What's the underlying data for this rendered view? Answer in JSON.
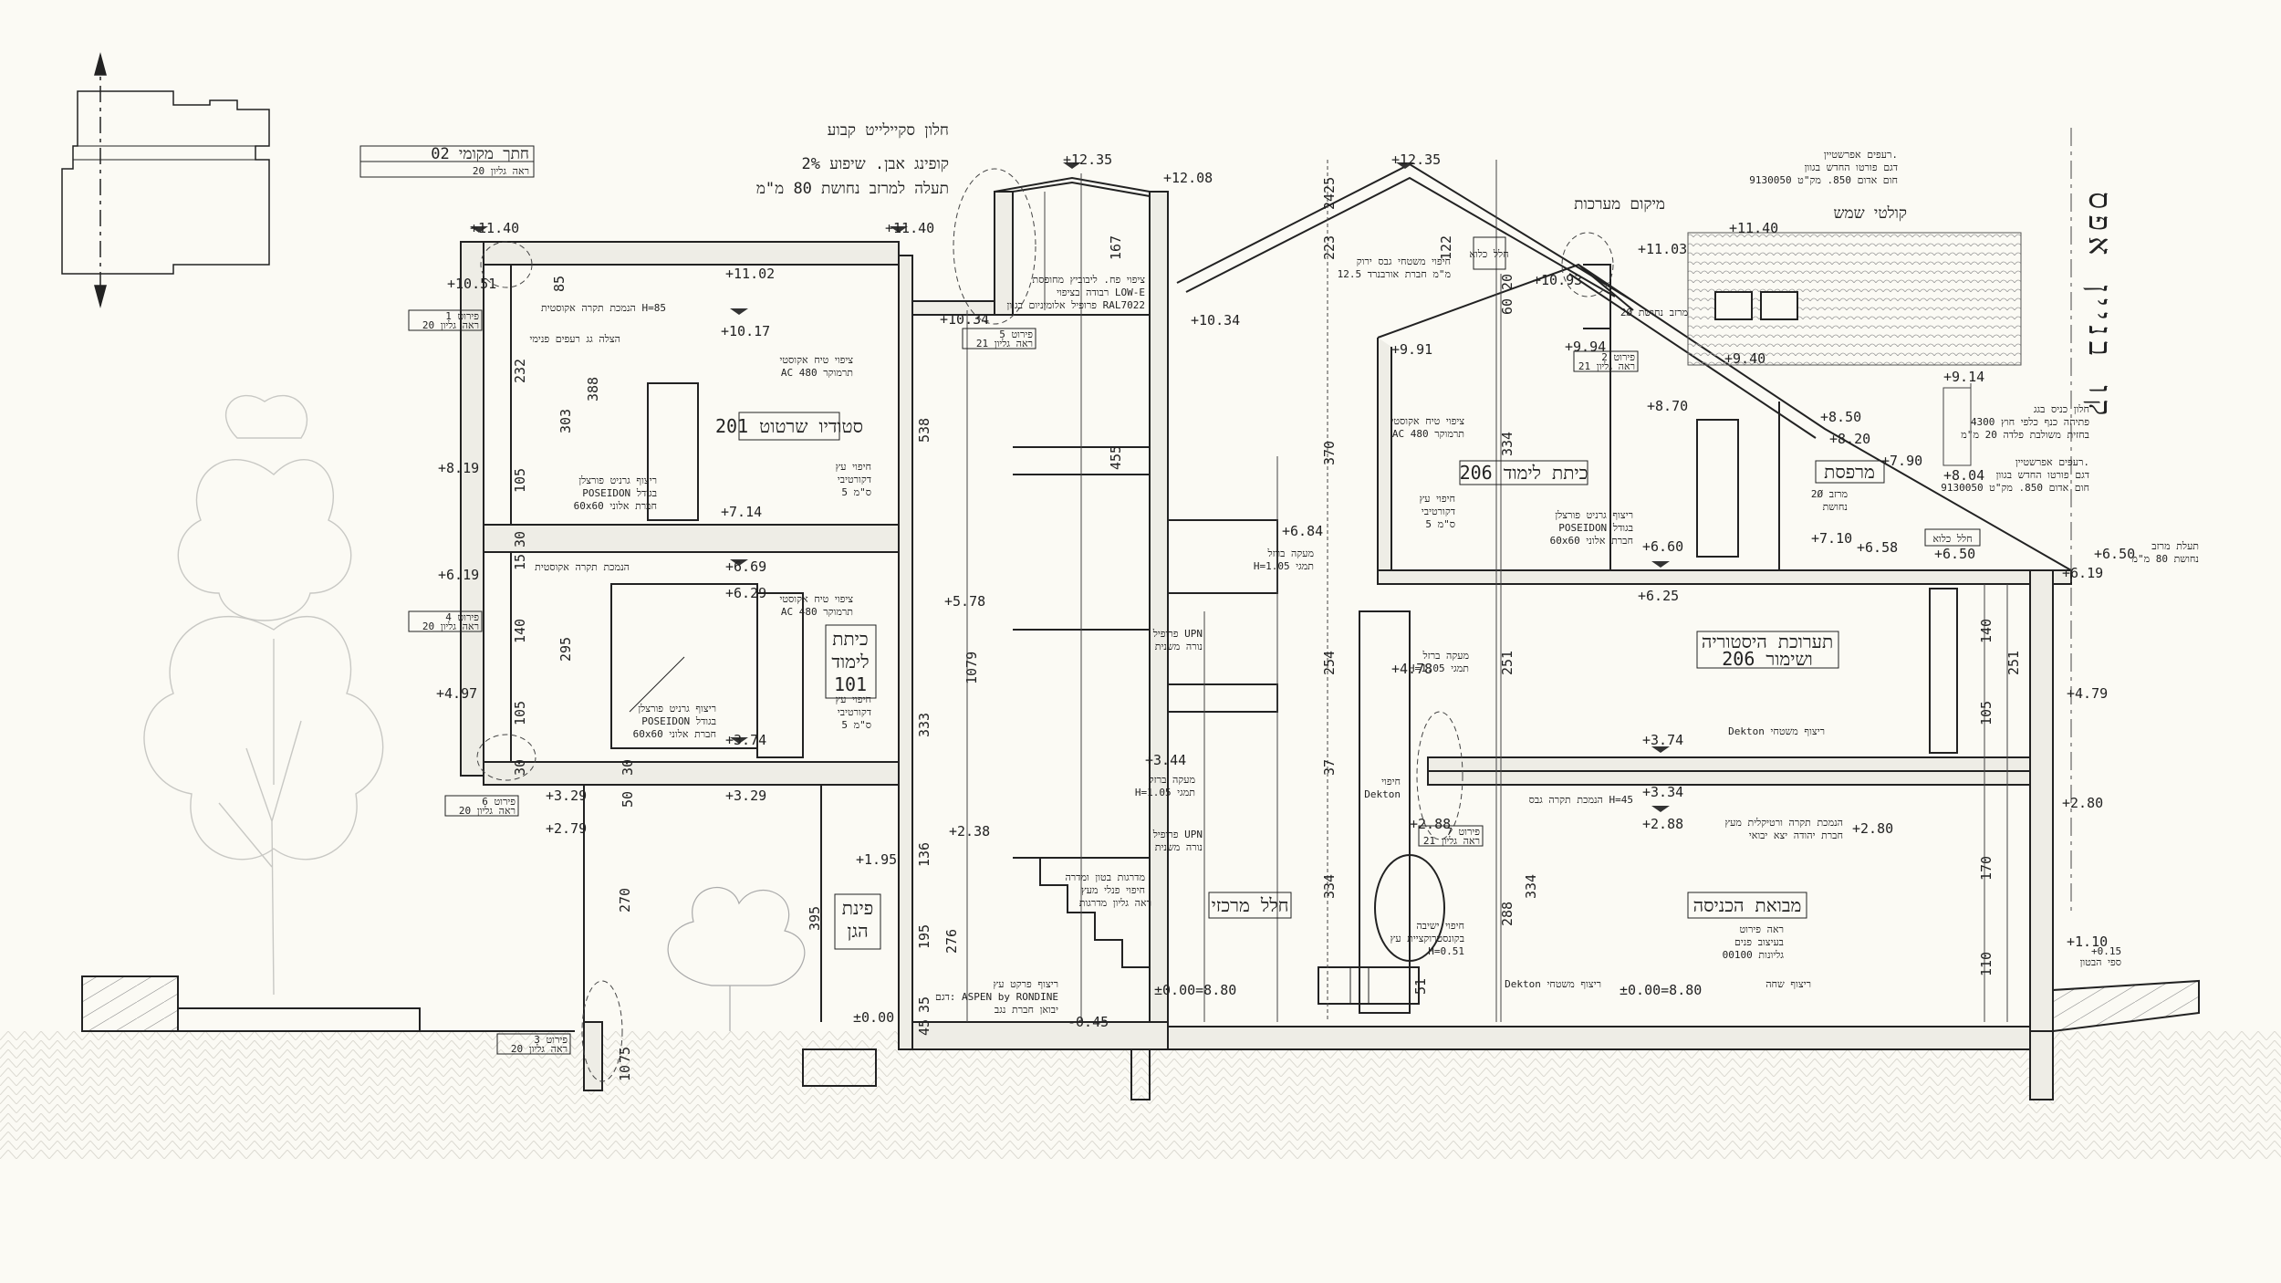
{
  "title_box": {
    "line1": "חתך מקומי 02",
    "line2": "ראה גליון 20"
  },
  "building_line_label": "קו בניין אפס",
  "rooms": [
    {
      "id": "studio",
      "text": "סטודיו שרטוט 201"
    },
    {
      "id": "study101_a",
      "text": "כיתת"
    },
    {
      "id": "study101_b",
      "text": "לימוד"
    },
    {
      "id": "study101_c",
      "text": "101"
    },
    {
      "id": "garden_a",
      "text": "פינת"
    },
    {
      "id": "garden_b",
      "text": "הגן"
    },
    {
      "id": "central",
      "text": "חלל מרכזי"
    },
    {
      "id": "study206",
      "text": "כיתת לימוד 206"
    },
    {
      "id": "balcony",
      "text": "מרפסת"
    },
    {
      "id": "storage",
      "text": "חלל כלוא"
    },
    {
      "id": "history_a",
      "text": "תערוכת היסטוריה"
    },
    {
      "id": "history_b",
      "text": "ושימור 206"
    },
    {
      "id": "entrance",
      "text": "מבואת הכניסה"
    },
    {
      "id": "vent",
      "text": "חלל כלוא"
    }
  ],
  "levels": [
    {
      "id": "l1",
      "text": "+11.40"
    },
    {
      "id": "l2",
      "text": "+10.51"
    },
    {
      "id": "l3",
      "text": "+11.02"
    },
    {
      "id": "l4",
      "text": "+11.40"
    },
    {
      "id": "l5",
      "text": "+10.34"
    },
    {
      "id": "l6",
      "text": "+10.17"
    },
    {
      "id": "l7",
      "text": "+12.35"
    },
    {
      "id": "l8",
      "text": "+12.08"
    },
    {
      "id": "l9",
      "text": "+10.34"
    },
    {
      "id": "l10",
      "text": "+12.35"
    },
    {
      "id": "l11",
      "text": "+10.93"
    },
    {
      "id": "l12",
      "text": "+11.03"
    },
    {
      "id": "l13",
      "text": "+11.40"
    },
    {
      "id": "l14",
      "text": "+9.91"
    },
    {
      "id": "l15",
      "text": "+9.94"
    },
    {
      "id": "l16",
      "text": "+9.40"
    },
    {
      "id": "l17",
      "text": "+9.14"
    },
    {
      "id": "l18",
      "text": "+8.70"
    },
    {
      "id": "l19",
      "text": "+8.50"
    },
    {
      "id": "l20",
      "text": "+8.20"
    },
    {
      "id": "l21",
      "text": "+8.04"
    },
    {
      "id": "l22",
      "text": "+8.19"
    },
    {
      "id": "l23",
      "text": "+7.14"
    },
    {
      "id": "l24",
      "text": "+7.90"
    },
    {
      "id": "l25",
      "text": "+6.84"
    },
    {
      "id": "l26",
      "text": "+7.10"
    },
    {
      "id": "l27",
      "text": "+6.60"
    },
    {
      "id": "l28",
      "text": "+6.58"
    },
    {
      "id": "l29",
      "text": "+6.50"
    },
    {
      "id": "l30",
      "text": "+6.50"
    },
    {
      "id": "l31",
      "text": "+6.19"
    },
    {
      "id": "l32",
      "text": "+6.69"
    },
    {
      "id": "l33",
      "text": "+6.29"
    },
    {
      "id": "l34",
      "text": "+5.78"
    },
    {
      "id": "l35",
      "text": "+6.25"
    },
    {
      "id": "l36",
      "text": "+6.19"
    },
    {
      "id": "l37",
      "text": "+4.97"
    },
    {
      "id": "l38",
      "text": "+4.78"
    },
    {
      "id": "l39",
      "text": "+4.79"
    },
    {
      "id": "l40",
      "text": "+3.74"
    },
    {
      "id": "l41",
      "text": "+3.74"
    },
    {
      "id": "l42",
      "text": "+3.44"
    },
    {
      "id": "l43",
      "text": "+3.29"
    },
    {
      "id": "l44",
      "text": "+3.29"
    },
    {
      "id": "l45",
      "text": "+3.34"
    },
    {
      "id": "l46",
      "text": "+2.79"
    },
    {
      "id": "l47",
      "text": "+2.38"
    },
    {
      "id": "l48",
      "text": "+2.88"
    },
    {
      "id": "l49",
      "text": "+2.88"
    },
    {
      "id": "l50",
      "text": "+2.80"
    },
    {
      "id": "l51",
      "text": "+2.80"
    },
    {
      "id": "l52",
      "text": "+1.95"
    },
    {
      "id": "l53",
      "text": "+1.10"
    },
    {
      "id": "l54",
      "text": "±0.00"
    },
    {
      "id": "l55",
      "text": "-0.45"
    },
    {
      "id": "l56",
      "text": "±0.00=8.80"
    },
    {
      "id": "l57",
      "text": "±0.00=8.80"
    },
    {
      "id": "l58",
      "text": "+0.15"
    }
  ],
  "dims": [
    {
      "id": "d1",
      "text": "85"
    },
    {
      "id": "d2",
      "text": "232"
    },
    {
      "id": "d3",
      "text": "388"
    },
    {
      "id": "d4",
      "text": "303"
    },
    {
      "id": "d5",
      "text": "105"
    },
    {
      "id": "d6",
      "text": "30"
    },
    {
      "id": "d7",
      "text": "15"
    },
    {
      "id": "d8",
      "text": "140"
    },
    {
      "id": "d9",
      "text": "295"
    },
    {
      "id": "d10",
      "text": "105"
    },
    {
      "id": "d11",
      "text": "30"
    },
    {
      "id": "d12",
      "text": "50"
    },
    {
      "id": "d13",
      "text": "30"
    },
    {
      "id": "d14",
      "text": "270"
    },
    {
      "id": "d15",
      "text": "75"
    },
    {
      "id": "d16",
      "text": "10"
    },
    {
      "id": "d17",
      "text": "395"
    },
    {
      "id": "d18",
      "text": "538"
    },
    {
      "id": "d19",
      "text": "333"
    },
    {
      "id": "d20",
      "text": "1079"
    },
    {
      "id": "d21",
      "text": "455"
    },
    {
      "id": "d22",
      "text": "167"
    },
    {
      "id": "d23",
      "text": "136"
    },
    {
      "id": "d24",
      "text": "195"
    },
    {
      "id": "d25",
      "text": "276"
    },
    {
      "id": "d26",
      "text": "35"
    },
    {
      "id": "d27",
      "text": "45"
    },
    {
      "id": "d28",
      "text": "370"
    },
    {
      "id": "d29",
      "text": "254"
    },
    {
      "id": "d30",
      "text": "37"
    },
    {
      "id": "d31",
      "text": "334"
    },
    {
      "id": "d32",
      "text": "223"
    },
    {
      "id": "d33",
      "text": "122"
    },
    {
      "id": "d34",
      "text": "20"
    },
    {
      "id": "d35",
      "text": "60"
    },
    {
      "id": "d36",
      "text": "334"
    },
    {
      "id": "d37",
      "text": "251"
    },
    {
      "id": "d38",
      "text": "288"
    },
    {
      "id": "d39",
      "text": "334"
    },
    {
      "id": "d40",
      "text": "140"
    },
    {
      "id": "d41",
      "text": "251"
    },
    {
      "id": "d42",
      "text": "105"
    },
    {
      "id": "d43",
      "text": "170"
    },
    {
      "id": "d44",
      "text": "110"
    },
    {
      "id": "d45",
      "text": "51"
    },
    {
      "id": "d46",
      "text": "2425"
    }
  ],
  "labels": [
    {
      "id": "t1",
      "text": "חלון סקיילייט קבוע"
    },
    {
      "id": "t2",
      "text": "קופינג אבן. שיפוע 2%"
    },
    {
      "id": "t3",
      "text": "תעלה למרזב נחושת 80 מ\"מ"
    },
    {
      "id": "t4",
      "text": "מיקום מערכות"
    },
    {
      "id": "t5",
      "text": "קולטי שמש"
    },
    {
      "id": "t6",
      "text": "רעפים אפרשטיין."
    },
    {
      "id": "t7",
      "text": "דגם פורטו החדש בגוון"
    },
    {
      "id": "t8",
      "text": "חום אדום 850. מק\"ט 9130050"
    }
  ],
  "notes": [
    {
      "id": "n1",
      "text": "הנמכת תקרה אקוסטית H=85"
    },
    {
      "id": "n2",
      "text": "הצלה גג רעפים פנימי"
    },
    {
      "id": "n3",
      "text": "ציפוי טיח אקוסטי"
    },
    {
      "id": "n4",
      "text": "AC 480 תרמוקר"
    },
    {
      "id": "n5",
      "text": "ריצוף גרניט פורצלן"
    },
    {
      "id": "n6",
      "text": "POSEIDON בגודל"
    },
    {
      "id": "n7",
      "text": "60x60 חברת אלוני"
    },
    {
      "id": "n8",
      "text": "חיפוי עץ"
    },
    {
      "id": "n9",
      "text": "דקורטיבי"
    },
    {
      "id": "n10",
      "text": "5 ס\"מ"
    },
    {
      "id": "n11",
      "text": "הנמכת תקרה אקוסטית"
    },
    {
      "id": "n12",
      "text": "ציפוי טיח אקוסטי"
    },
    {
      "id": "n13",
      "text": "AC 480 תרמוקר"
    },
    {
      "id": "n14",
      "text": "ריצוף גרניט פורצלן"
    },
    {
      "id": "n15",
      "text": "POSEIDON בגודל"
    },
    {
      "id": "n16",
      "text": "60x60 חברת אלוני"
    },
    {
      "id": "n17",
      "text": "חיפוי עץ"
    },
    {
      "id": "n18",
      "text": "דקורטיבי"
    },
    {
      "id": "n19",
      "text": "5 ס\"מ"
    },
    {
      "id": "n20",
      "text": "ציפוי פח. ליבוביץ מחופסת"
    },
    {
      "id": "n21",
      "text": "רבודה בציפוי LOW-E"
    },
    {
      "id": "n22",
      "text": "פרופיל אלומיניום בגוון RAL7022"
    },
    {
      "id": "n23",
      "text": "חיפוי משטחי גבס ירוק"
    },
    {
      "id": "n24",
      "text": "12.5 מ\"מ חברת אורבנרד"
    },
    {
      "id": "n25",
      "text": "ציפוי טיח אקוסטי"
    },
    {
      "id": "n26",
      "text": "AC 480 תרמוקר"
    },
    {
      "id": "n27",
      "text": "חיפוי עץ"
    },
    {
      "id": "n28",
      "text": "דקורטיבי"
    },
    {
      "id": "n29",
      "text": "5 ס\"מ"
    },
    {
      "id": "n30",
      "text": "ריצוף גרניט פורצלן"
    },
    {
      "id": "n31",
      "text": "POSEIDON בגודל"
    },
    {
      "id": "n32",
      "text": "60x60 חברת אלוני"
    },
    {
      "id": "n33",
      "text": "2Ø מרזב נחושת"
    },
    {
      "id": "n34",
      "text": "2Ø מרזב"
    },
    {
      "id": "n35",
      "text": "נחושת"
    },
    {
      "id": "n36",
      "text": "מעקה ברזל"
    },
    {
      "id": "n37",
      "text": "H=1.05 תמגי"
    },
    {
      "id": "n38",
      "text": "פרופיל UPN"
    },
    {
      "id": "n39",
      "text": "נורה משנית"
    },
    {
      "id": "n40",
      "text": "מעקה ברזל"
    },
    {
      "id": "n41",
      "text": "H=1.05 תמגי"
    },
    {
      "id": "n42",
      "text": "מעקה ברזל"
    },
    {
      "id": "n43",
      "text": "H=1.05 תמגי"
    },
    {
      "id": "n44",
      "text": "פרופיל UPN"
    },
    {
      "id": "n45",
      "text": "נורה משנית"
    },
    {
      "id": "n46",
      "text": "מדרגות בטון ומדרה"
    },
    {
      "id": "n47",
      "text": "חיפוי פנלי מעץ"
    },
    {
      "id": "n48",
      "text": "ראה גליון מדרגות"
    },
    {
      "id": "n49",
      "text": "ריצוף פרקט עץ"
    },
    {
      "id": "n50",
      "text": "דגם: ASPEN by RONDINE"
    },
    {
      "id": "n51",
      "text": "יבואן חברת נגב"
    },
    {
      "id": "n52",
      "text": "חיפוי"
    },
    {
      "id": "n53",
      "text": "Dekton"
    },
    {
      "id": "n54",
      "text": "Dekton ריצוף משטחי"
    },
    {
      "id": "n55",
      "text": "הנמכת תקרה גבס H=45"
    },
    {
      "id": "n56",
      "text": "הנמכת תקרה ורטיקלית מעץ"
    },
    {
      "id": "n57",
      "text": "חברת יהודה יצא יבואי"
    },
    {
      "id": "n58",
      "text": "חיפוי ישיבה"
    },
    {
      "id": "n59",
      "text": "בקונסטרוקציית עץ"
    },
    {
      "id": "n60",
      "text": "H=0.51"
    },
    {
      "id": "n61",
      "text": "Dekton ריצוף משטחי"
    },
    {
      "id": "n62",
      "text": "ריצוף שחה"
    },
    {
      "id": "n63",
      "text": "ראה פירוט"
    },
    {
      "id": "n64",
      "text": "בעיצוב פנים"
    },
    {
      "id": "n65",
      "text": "גליונות 00100"
    },
    {
      "id": "n66",
      "text": "חלון כניס בגג"
    },
    {
      "id": "n67",
      "text": "פתיחה כנף כלפי חוץ 4300"
    },
    {
      "id": "n68",
      "text": "בחזית משולבת פלדה 20 מ\"מ"
    },
    {
      "id": "n69",
      "text": "רעפים אפרשטיין."
    },
    {
      "id": "n70",
      "text": "דגם פורטו החדש בגוון"
    },
    {
      "id": "n71",
      "text": "חום אדום 850. מק\"ט 9130050"
    },
    {
      "id": "n72",
      "text": "תעלת מרזב"
    },
    {
      "id": "n73",
      "text": "נחושת 80 מ\"מ"
    },
    {
      "id": "n74",
      "text": "+0.15"
    },
    {
      "id": "n75",
      "text": "ספי הבטון"
    }
  ],
  "detail_tags": [
    {
      "id": "k1a",
      "text": "פירוט 1"
    },
    {
      "id": "k1b",
      "text": "ראה גליון 20"
    },
    {
      "id": "k2a",
      "text": "פירוט 4"
    },
    {
      "id": "k2b",
      "text": "ראה גליון 20"
    },
    {
      "id": "k3a",
      "text": "פירוט 6"
    },
    {
      "id": "k3b",
      "text": "ראה גליון 20"
    },
    {
      "id": "k4a",
      "text": "פירוט 3"
    },
    {
      "id": "k4b",
      "text": "ראה גליון 20"
    },
    {
      "id": "k5a",
      "text": "פירוט 5"
    },
    {
      "id": "k5b",
      "text": "ראה גליון 21"
    },
    {
      "id": "k6a",
      "text": "פירוט 7"
    },
    {
      "id": "k6b",
      "text": "ראה גליון 21"
    },
    {
      "id": "k7a",
      "text": "פירוט 2"
    },
    {
      "id": "k7b",
      "text": "ראה גליון 21"
    }
  ],
  "colors": {
    "paper": "#fbfaf4",
    "ink": "#222222",
    "fill": "#eeede6",
    "tree": "#c8c8c4"
  }
}
